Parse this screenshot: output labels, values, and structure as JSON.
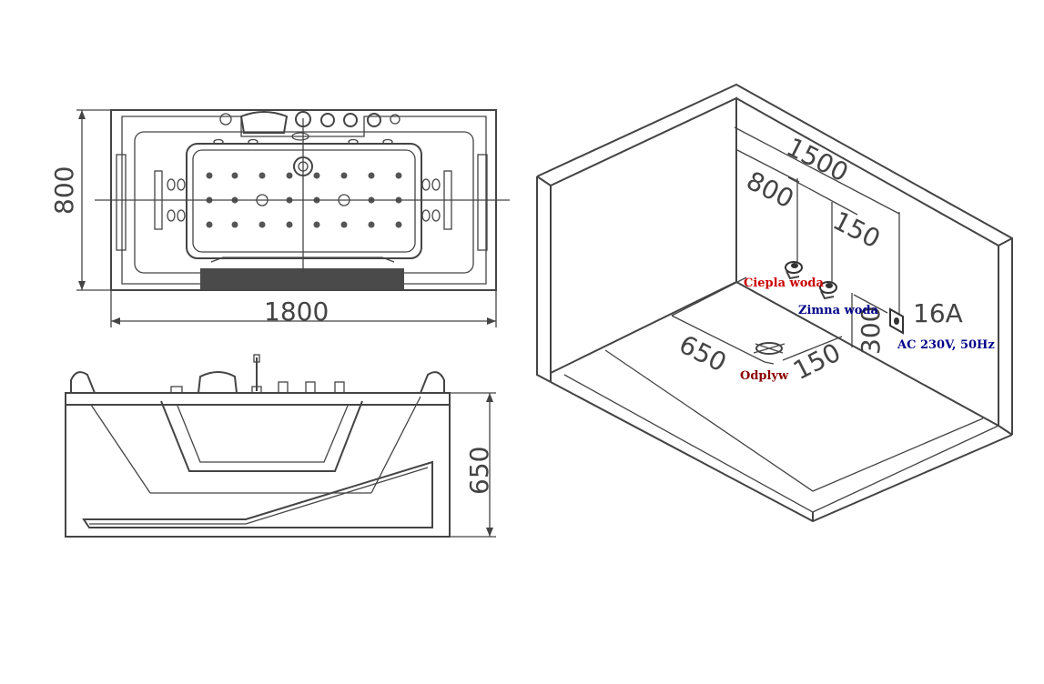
{
  "top_view": {
    "width_label": "1800",
    "depth_label": "800"
  },
  "side_view": {
    "height_label": "650"
  },
  "room": {
    "wall_width_label": "1500",
    "hot_height_label": "800",
    "spacing_label": "150",
    "socket_height_label": "300",
    "socket_rating_label": "16A",
    "drain_wall_label": "650",
    "drain_offset_label": "150",
    "hot_water_label": "Ciepla woda",
    "cold_water_label": "Zimna woda",
    "power_label": "AC 230V, 50Hz",
    "drain_label": "Odplyw",
    "colors": {
      "hot": "#cc0000",
      "cold": "#000088",
      "power": "#000088",
      "drain": "#8b0000"
    }
  }
}
